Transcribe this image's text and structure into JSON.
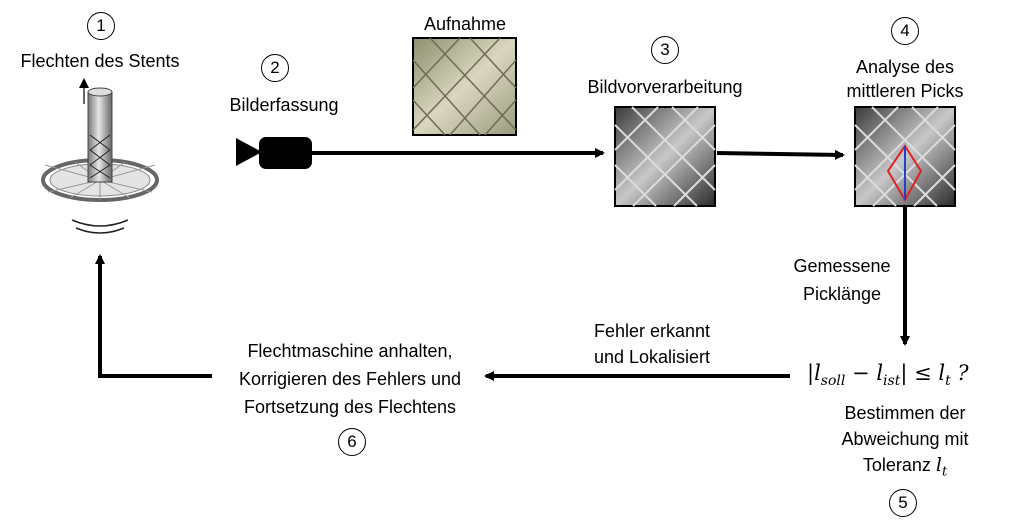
{
  "steps": {
    "s1": {
      "number": "1",
      "label": "Flechten des Stents"
    },
    "s2": {
      "number": "2",
      "label": "Bilderfassung"
    },
    "s3": {
      "number": "3",
      "label": "Bildvorverarbeitung"
    },
    "s4": {
      "number": "4",
      "label_line1": "Analyse des",
      "label_line2": "mittleren Picks"
    },
    "s5": {
      "number": "5",
      "label_line1": "Bestimmen der",
      "label_line2": "Abweichung mit",
      "label_line3_prefix": "Toleranz "
    },
    "s6": {
      "number": "6",
      "label_line1": "Flechtmaschine anhalten,",
      "label_line2": "Korrigieren des Fehlers und",
      "label_line3": "Fortsetzung des Flechtens"
    }
  },
  "image_caption": "Aufnahme",
  "edges": {
    "measured": {
      "line1": "Gemessene",
      "line2": "Picklänge"
    },
    "error": {
      "line1": "Fehler erkannt",
      "line2": "und Lokalisiert"
    }
  },
  "formula": {
    "bar": "|",
    "l": "l",
    "soll": "soll",
    "ist": "ist",
    "t": "t",
    "minus": " − ",
    "leq": " ≤ ",
    "q": " ?"
  },
  "colors": {
    "arrow": "#000000",
    "raw_photo": "#b8b59a",
    "processed_photo": "#7a7a7a",
    "highlight_red": "#e02020",
    "highlight_blue": "#2040d0"
  }
}
